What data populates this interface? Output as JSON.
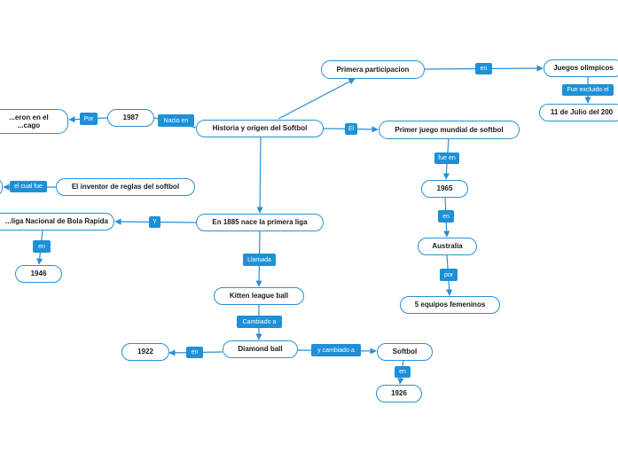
{
  "nodes": {
    "root": "Historia y origen del Softbol",
    "primera_participacion": "Primera participacion",
    "juegos_olimpicos": "Juegos olimpicos",
    "fecha_julio": "11 de Julio del 200",
    "anio_1987": "1987",
    "chicago": "...eron en el\n...cago",
    "inventor": "El inventor de reglas del softbol",
    "liga_nacional": "...liga Nacional de Bola Rapida",
    "anio_1946": "1946",
    "primer_juego_mundial": "Primer juego mundial de softbol",
    "anio_1965": "1965",
    "australia": "Australia",
    "equipos_femeninos": "5 equipos femeninos",
    "primera_liga": "En 1885 nace la primera liga",
    "kitten_league": "Kitten league ball",
    "diamond_ball": "Diamond ball",
    "anio_1922": "1922",
    "softbol": "Softbol",
    "anio_1926": "1926"
  },
  "links": {
    "en_juegos": "en",
    "fue_excluido": "Fue excluido el",
    "nacio_en": "Nacio en",
    "por_1987": "Por",
    "el_cual_fue": "el cual fue",
    "y_liga": "Y",
    "en_1946": "en",
    "el_mundial": "El",
    "fue_en": "fue en",
    "en_australia": "en",
    "por_equipos": "por",
    "llamada": "Llamada",
    "cambiado_a": "Cambiado a",
    "en_1922": "en",
    "y_cambiado_a": "y cambiado a",
    "en_1926": "en"
  },
  "colors": {
    "line": "#2b8fd4",
    "label_bg": "#1e90d6",
    "node_border": "#2b8fd4"
  }
}
